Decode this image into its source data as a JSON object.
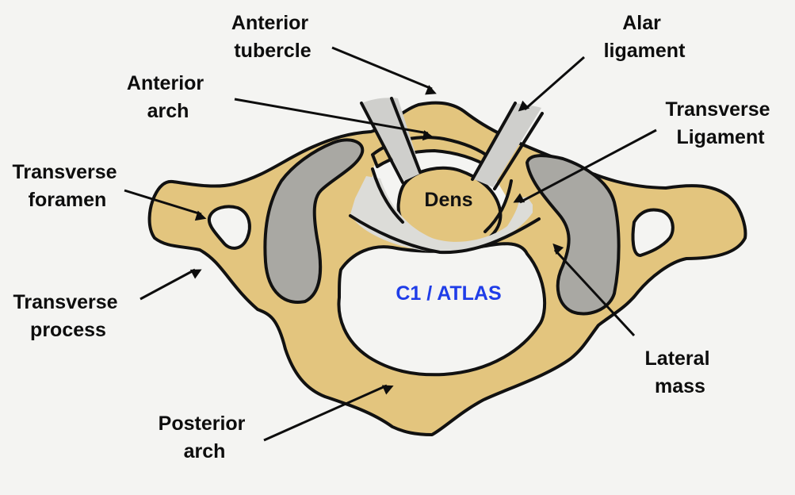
{
  "diagram": {
    "title": "C1 / ATLAS",
    "colors": {
      "background": "#f4f4f2",
      "bone": "#e3c57e",
      "articular_facet": "#a9a8a3",
      "ligament": "#cfcfcc",
      "ligament_light": "#dcdcd8",
      "foramen": "#f4f4f2",
      "outline": "#111111",
      "title": "#1f3de8"
    },
    "structures": {
      "dens": "Dens"
    },
    "labels": [
      {
        "id": "anterior-tubercle",
        "lines": [
          "Anterior",
          "tubercle"
        ]
      },
      {
        "id": "alar-ligament",
        "lines": [
          "Alar",
          "ligament"
        ]
      },
      {
        "id": "anterior-arch",
        "lines": [
          "Anterior",
          "arch"
        ]
      },
      {
        "id": "transverse-ligament",
        "lines": [
          "Transverse",
          "Ligament"
        ]
      },
      {
        "id": "transverse-foramen",
        "lines": [
          "Transverse",
          "foramen"
        ]
      },
      {
        "id": "transverse-process",
        "lines": [
          "Transverse",
          "process"
        ]
      },
      {
        "id": "lateral-mass",
        "lines": [
          "Lateral",
          "mass"
        ]
      },
      {
        "id": "posterior-arch",
        "lines": [
          "Posterior",
          "arch"
        ]
      }
    ]
  }
}
